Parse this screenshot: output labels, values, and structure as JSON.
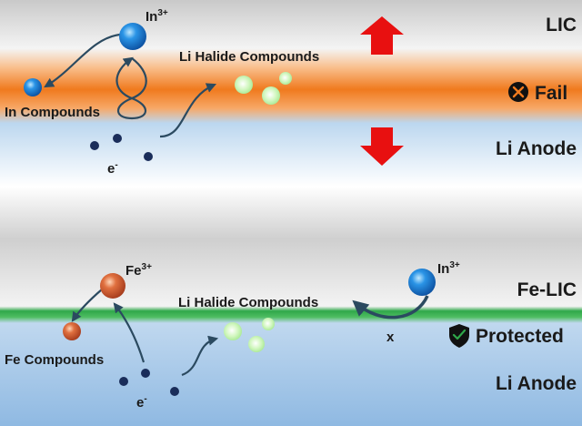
{
  "top": {
    "cathode_label": "LIC",
    "anode_label": "Li Anode",
    "status_text": "Fail",
    "ion_symbol": "In",
    "ion_charge": "3+",
    "decomposition_product": "In Compounds",
    "halide_product": "Li Halide Compounds",
    "electron_symbol": "e",
    "electron_charge": "-",
    "colors": {
      "interphase": "#f07a1e",
      "anode": "#b5d3ee",
      "arrow": "#e81010",
      "ion": "#1b7fd6"
    }
  },
  "bottom": {
    "cathode_label": "Fe-LIC",
    "anode_label": "Li Anode",
    "status_text": "Protected",
    "fe_ion_symbol": "Fe",
    "fe_ion_charge": "3+",
    "in_ion_symbol": "In",
    "in_ion_charge": "3+",
    "decomposition_product": "Fe Compounds",
    "halide_product": "Li Halide Compounds",
    "blocked_mark": "x",
    "electron_symbol": "e",
    "electron_charge": "-",
    "colors": {
      "interphase": "#2fa84a",
      "anode": "#b5d3ee",
      "fe_ion": "#d9653b",
      "in_ion": "#1b7fd6"
    }
  }
}
